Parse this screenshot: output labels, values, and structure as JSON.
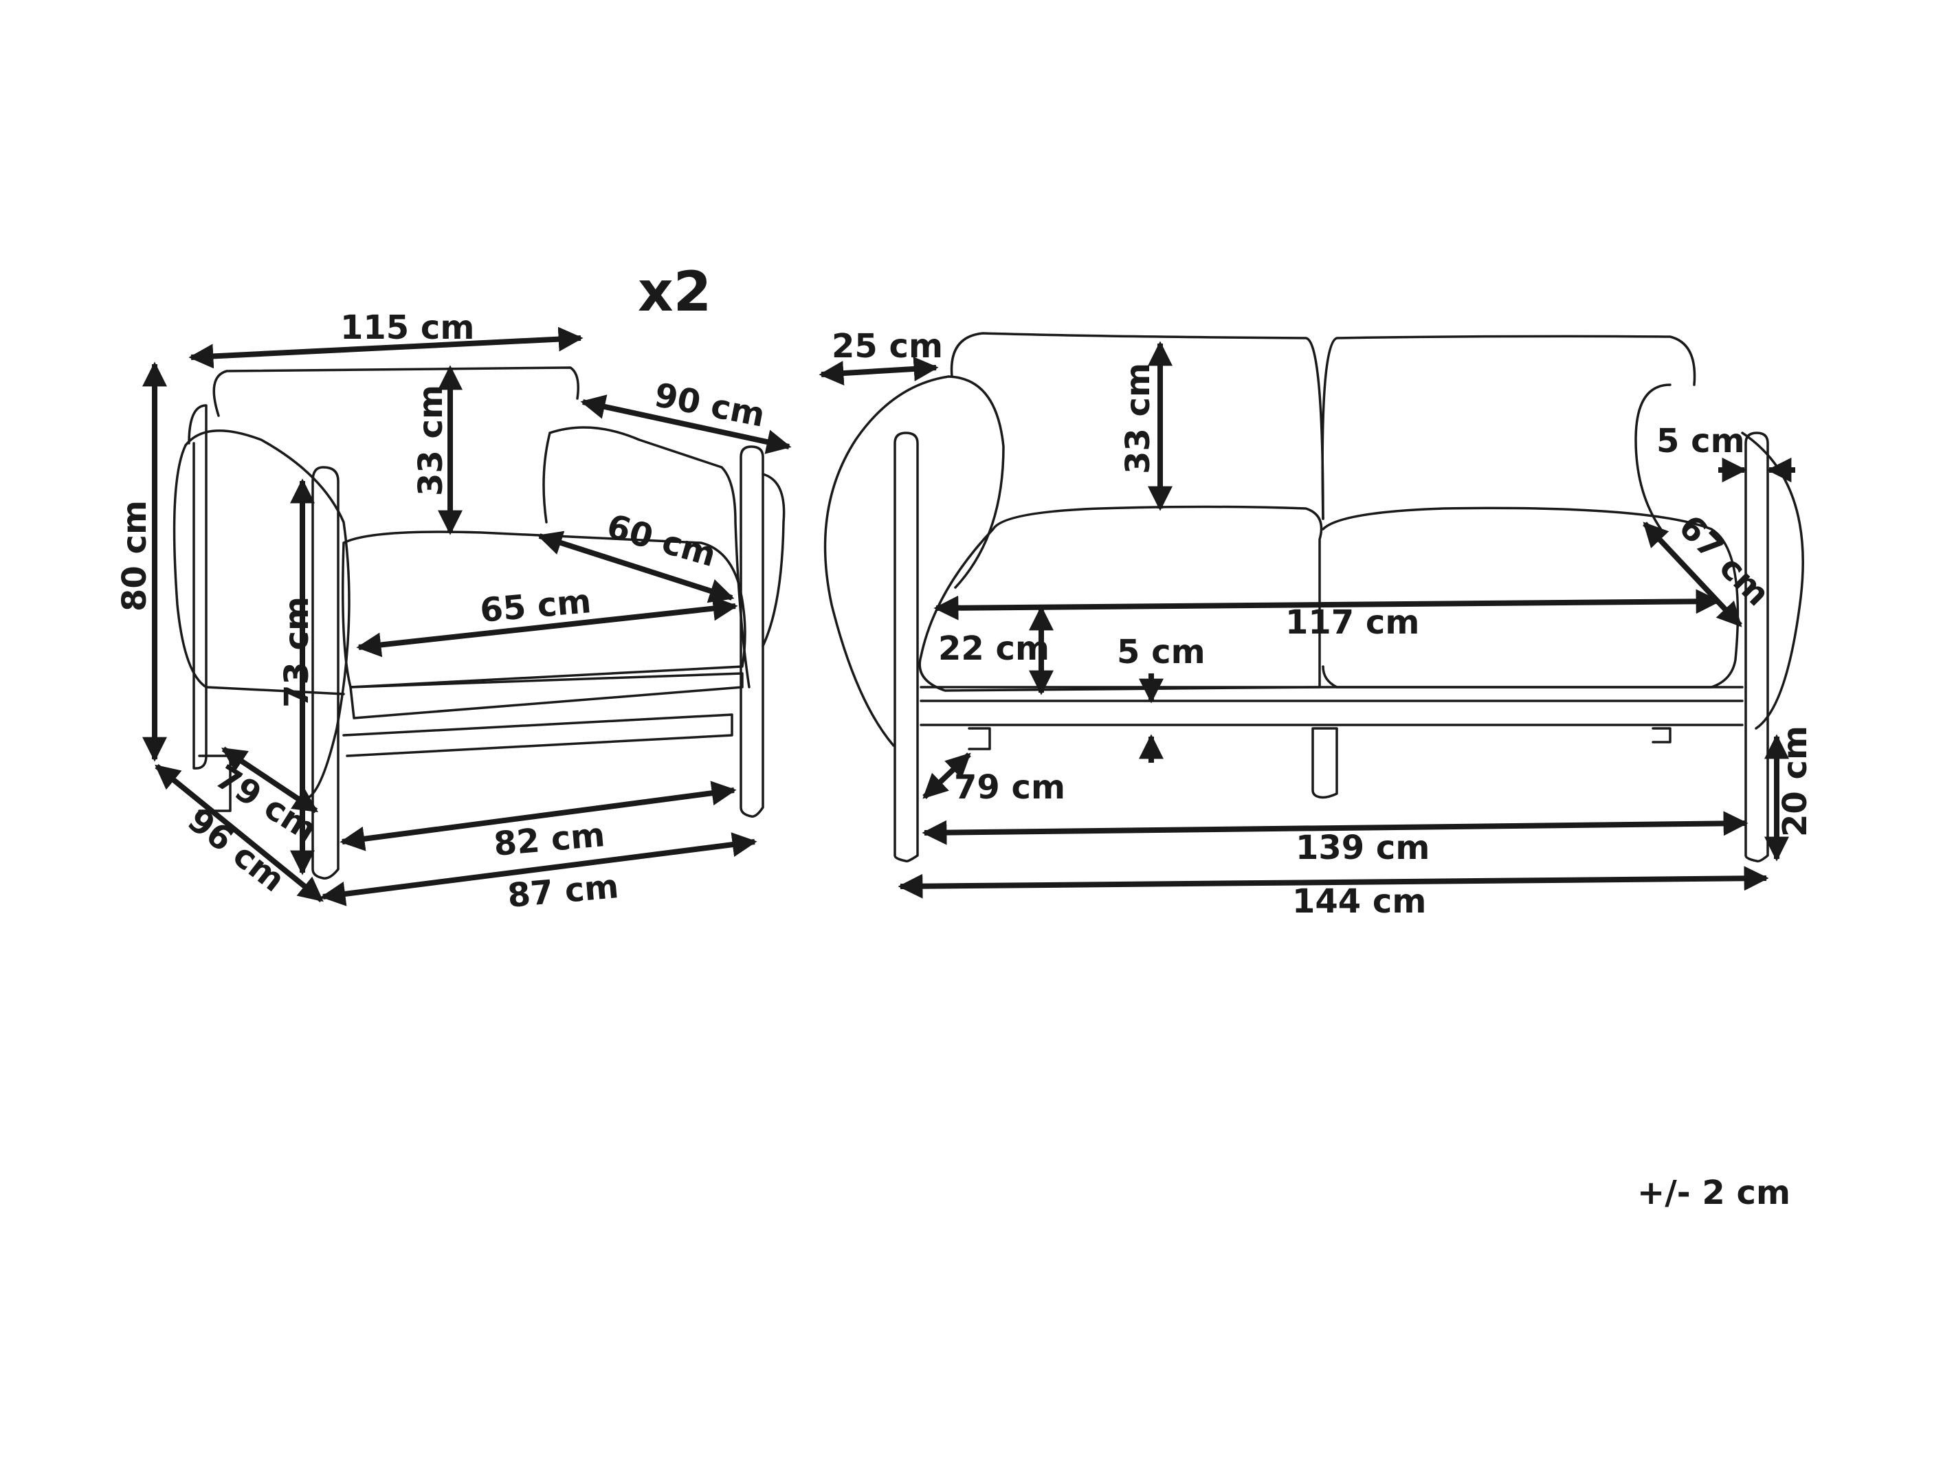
{
  "quantity": "x2",
  "tolerance": "+/- 2 cm",
  "armchair": {
    "width_top": "115 cm",
    "height_total": "80 cm",
    "backrest_height": "33 cm",
    "arm_depth": "90 cm",
    "seat_depth": "60 cm",
    "seat_width": "65 cm",
    "arm_height": "73 cm",
    "seat_depth_base": "79 cm",
    "depth_total": "96 cm",
    "inner_width": "82 cm",
    "width_total": "87 cm"
  },
  "sofa": {
    "backrest_offset": "25 cm",
    "backrest_height": "33 cm",
    "arm_width": "5 cm",
    "seat_depth": "67 cm",
    "seat_width": "117 cm",
    "seat_height": "22 cm",
    "cushion_gap": "5 cm",
    "depth": "79 cm",
    "inner_width": "139 cm",
    "leg_height": "20 cm",
    "width_total": "144 cm"
  }
}
